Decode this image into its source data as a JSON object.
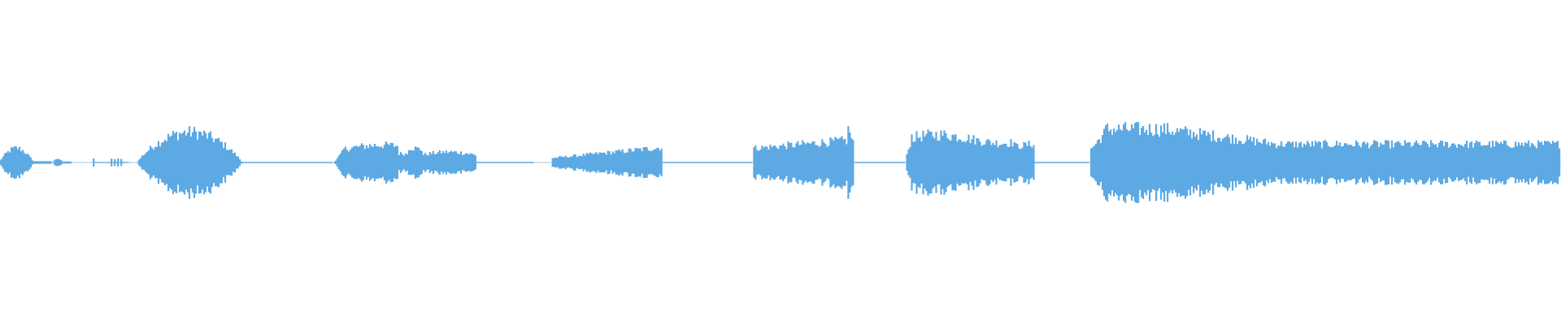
{
  "waveform": {
    "color": "#5da9e4",
    "background": "#ffffff",
    "duration_fraction_segments": [
      {
        "start": 0.0,
        "end": 0.021,
        "amplitude": 0.09,
        "shape": "bump"
      },
      {
        "start": 0.021,
        "end": 0.033,
        "amplitude": 0.008,
        "shape": "flat"
      },
      {
        "start": 0.034,
        "end": 0.04,
        "amplitude": 0.025,
        "shape": "bump"
      },
      {
        "start": 0.04,
        "end": 0.046,
        "amplitude": 0.006,
        "shape": "flat"
      },
      {
        "start": 0.06,
        "end": 0.082,
        "amplitude": 0.022,
        "shape": "ticks"
      },
      {
        "start": 0.088,
        "end": 0.155,
        "amplitude": 0.19,
        "shape": "dome"
      },
      {
        "start": 0.155,
        "end": 0.213,
        "amplitude": 0.004,
        "shape": "flat"
      },
      {
        "start": 0.214,
        "end": 0.305,
        "amplitude": 0.11,
        "shape": "double-hump"
      },
      {
        "start": 0.305,
        "end": 0.342,
        "amplitude": 0.004,
        "shape": "flat"
      },
      {
        "start": 0.354,
        "end": 0.424,
        "amplitude": 0.095,
        "shape": "ramp-up"
      },
      {
        "start": 0.424,
        "end": 0.482,
        "amplitude": 0.004,
        "shape": "flat"
      },
      {
        "start": 0.483,
        "end": 0.547,
        "amplitude": 0.15,
        "shape": "ramp-up-spike"
      },
      {
        "start": 0.547,
        "end": 0.58,
        "amplitude": 0.004,
        "shape": "flat"
      },
      {
        "start": 0.581,
        "end": 0.663,
        "amplitude": 0.175,
        "shape": "plateau"
      },
      {
        "start": 0.663,
        "end": 0.698,
        "amplitude": 0.004,
        "shape": "flat"
      },
      {
        "start": 0.699,
        "end": 1.0,
        "amplitude": 0.21,
        "shape": "long-tail"
      }
    ]
  }
}
